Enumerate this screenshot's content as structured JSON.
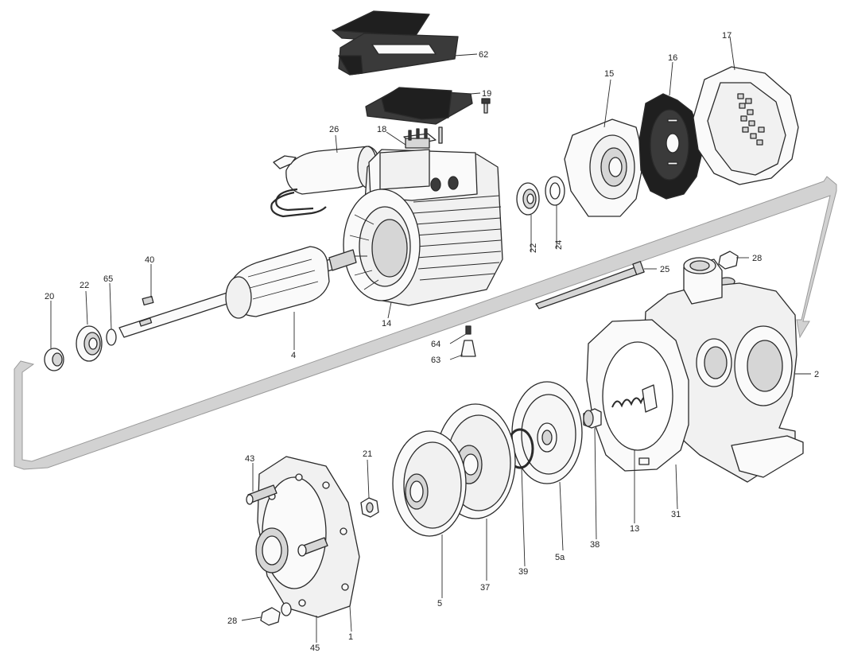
{
  "labels": {
    "p62": "62",
    "p19": "19",
    "p18": "18",
    "p26": "26",
    "p17": "17",
    "p16": "16",
    "p15": "15",
    "p22a": "22",
    "p24": "24",
    "p14": "14",
    "p4": "4",
    "p40": "40",
    "p65": "65",
    "p22b": "22",
    "p20": "20",
    "p25": "25",
    "p28a": "28",
    "p2": "2",
    "p64": "64",
    "p63": "63",
    "p31": "31",
    "p13": "13",
    "p38": "38",
    "p5a": "5a",
    "p39": "39",
    "p37": "37",
    "p5": "5",
    "p21": "21",
    "p43": "43",
    "p1": "1",
    "p45": "45",
    "p28b": "28"
  },
  "colors": {
    "line": "#2a2a2a",
    "fill": "#f1f1f1",
    "dark": "#3a3a3a",
    "arrow": "#d2d2d2"
  }
}
